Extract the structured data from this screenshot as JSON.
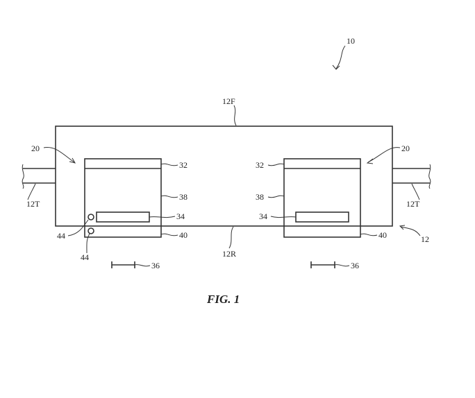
{
  "figure": {
    "caption": "FIG. 1",
    "labels": {
      "device": "10",
      "housing": "12",
      "front_face": "12F",
      "rear_face": "12R",
      "temple_left": "12T",
      "temple_right": "12T",
      "module_left": "20",
      "module_right": "20",
      "layer_32_left": "32",
      "layer_32_right": "32",
      "wall_38_left": "38",
      "wall_38_right": "38",
      "display_34_left": "34",
      "display_34_right": "34",
      "lens_40_left": "40",
      "lens_40_right": "40",
      "sensor_44_upper": "44",
      "sensor_44_lower": "44",
      "eye_box_36_left": "36",
      "eye_box_36_right": "36"
    }
  }
}
